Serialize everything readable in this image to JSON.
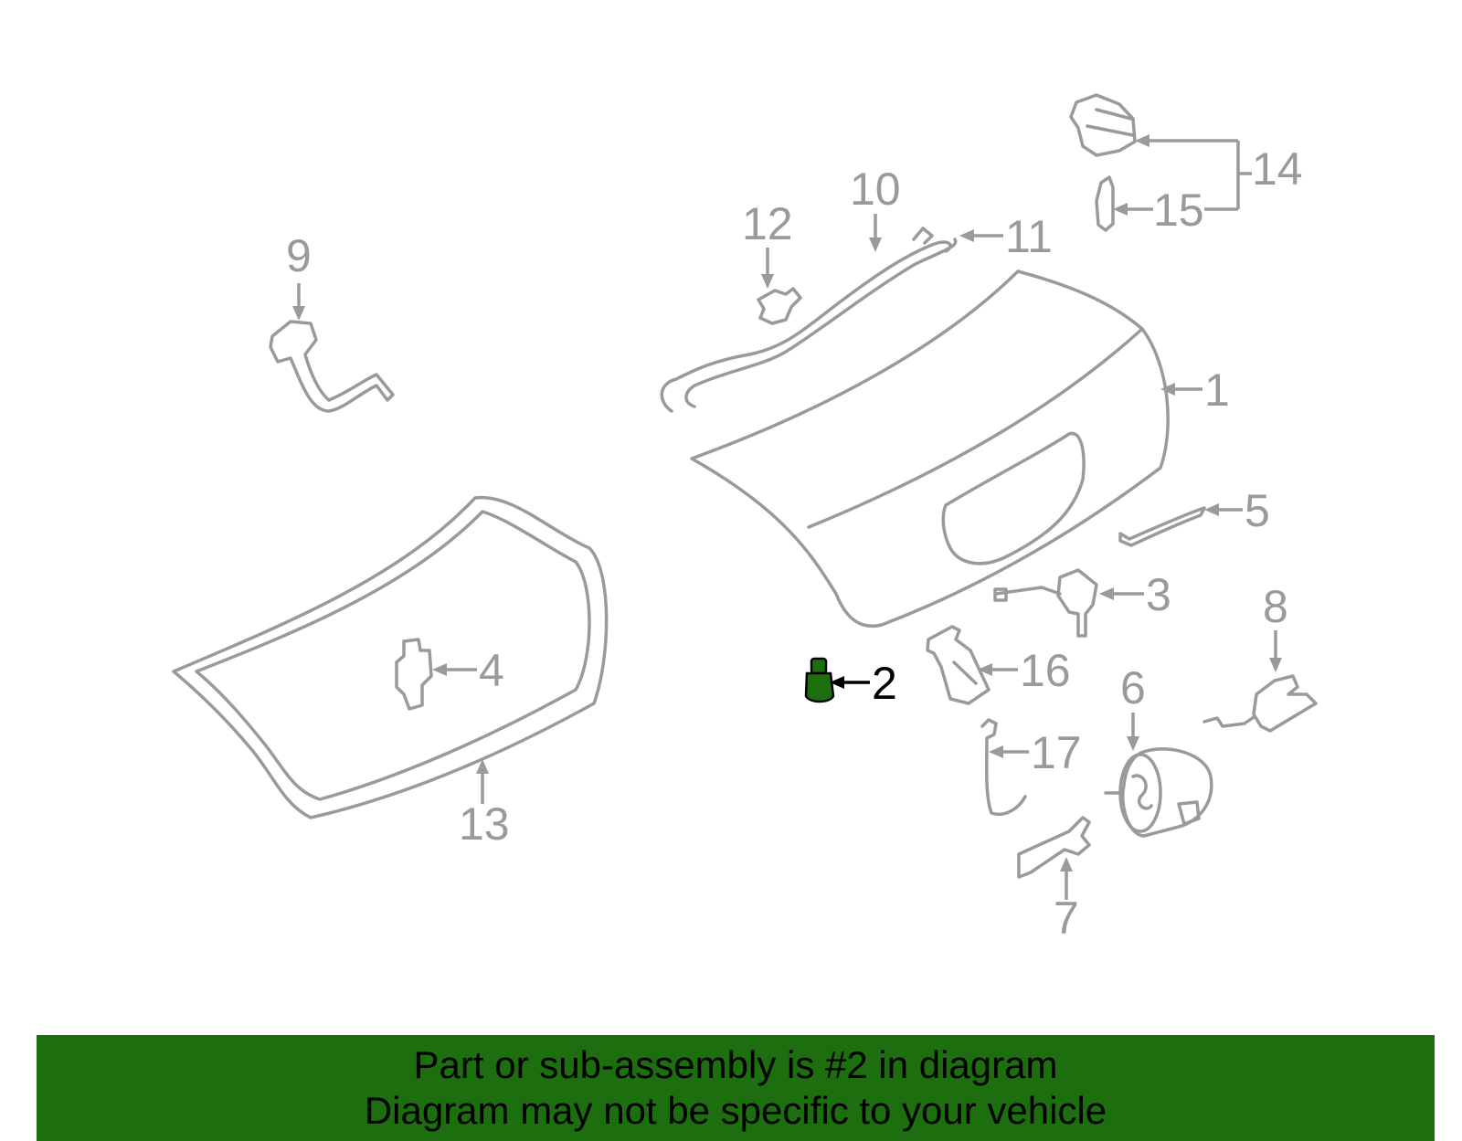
{
  "diagram": {
    "highlighted_part": "2",
    "highlight_color": "#1c6e0f",
    "callouts": [
      "1",
      "2",
      "3",
      "4",
      "5",
      "6",
      "7",
      "8",
      "9",
      "10",
      "11",
      "12",
      "13",
      "14",
      "15",
      "16",
      "17"
    ]
  },
  "footer": {
    "line1": "Part or sub-assembly is #2 in diagram",
    "line2": "Diagram may not be specific to your vehicle",
    "background": "#1c6e0f"
  }
}
